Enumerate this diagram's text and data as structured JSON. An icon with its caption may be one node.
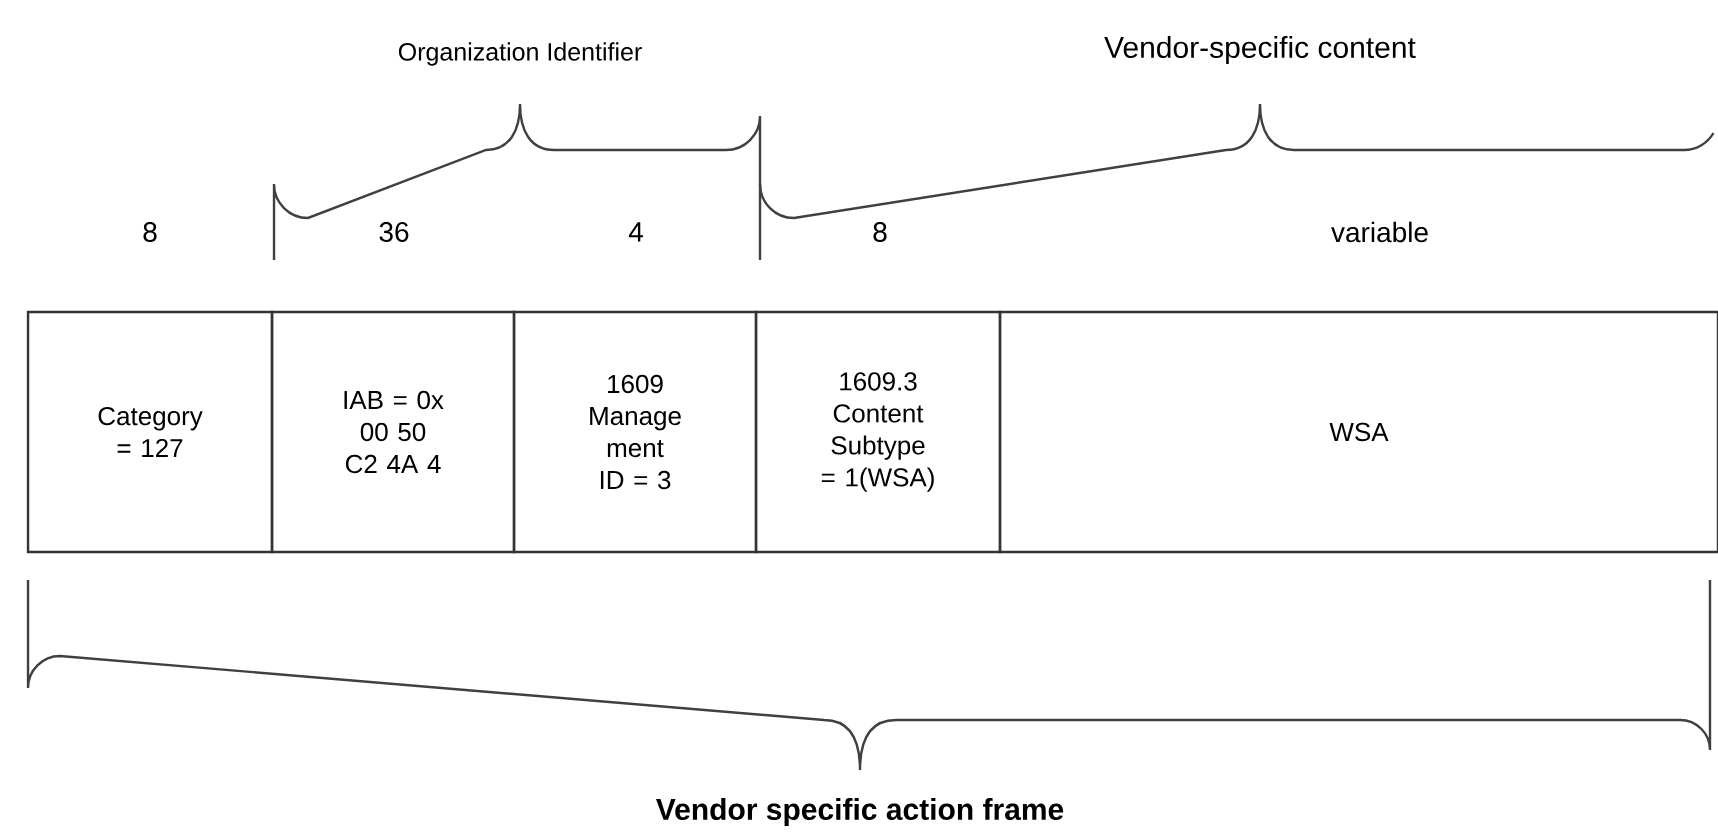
{
  "diagram": {
    "nodes": [
      {
        "text": [
          "Category = 127"
        ]
      },
      {
        "text": [
          "IAB = 0x 00 50 C2 4A 4"
        ]
      },
      {
        "text": [
          "1609 Manage ment ID = 3"
        ]
      },
      {
        "text": [
          "1609.3 Content Subtype = 1(WSA)"
        ]
      },
      {
        "text": [
          "WSA"
        ]
      }
    ],
    "labels": [
      "Organization Identifier",
      "Vendor-specific content",
      "8",
      "36",
      "4",
      "8",
      "variable",
      "Vendor specific action frame"
    ]
  }
}
